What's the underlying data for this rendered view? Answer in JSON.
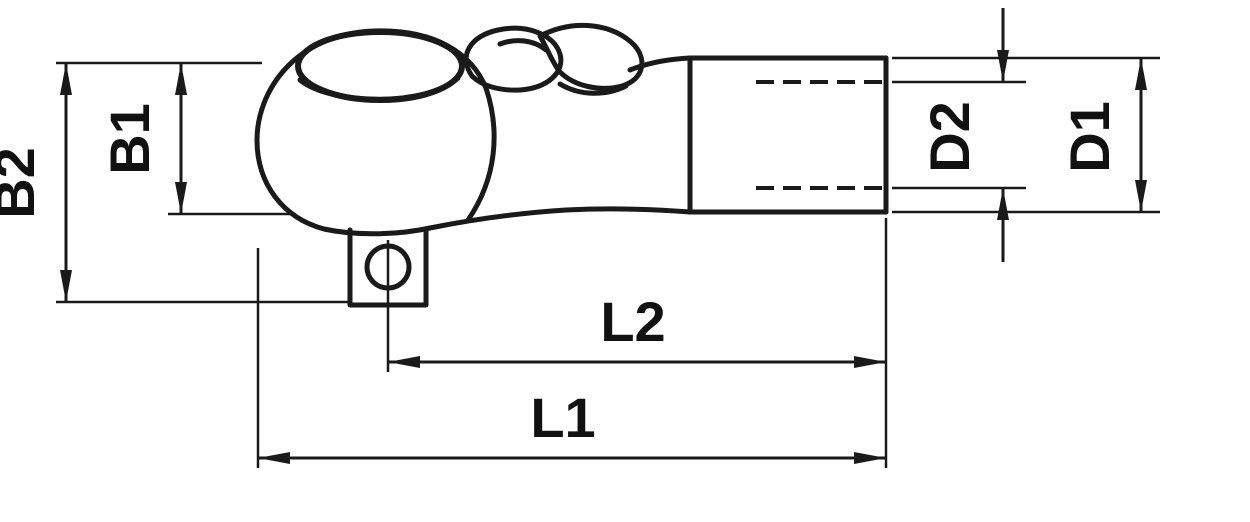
{
  "dimensions": {
    "b2": "B2",
    "b1": "B1",
    "d2": "D2",
    "d1": "D1",
    "l2": "L2",
    "l1": "L1"
  },
  "colors": {
    "line": "#1a1a1a",
    "background": "#ffffff"
  }
}
